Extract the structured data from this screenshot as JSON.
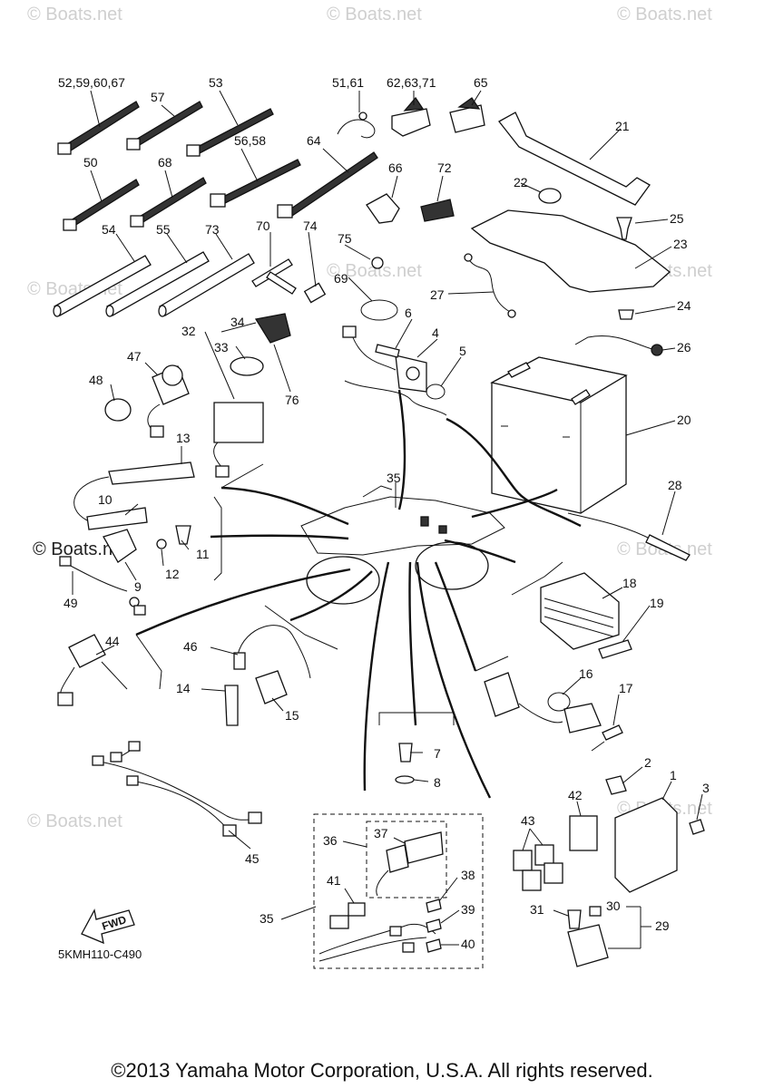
{
  "watermarks": [
    "© Boats.net",
    "© Boats.net",
    "© Boats.net",
    "© Boats.net",
    "© Boats.net",
    "© Boats.net",
    "© Boats.net",
    "© Boats.net",
    "© Boats.net"
  ],
  "watermark_strong": "© Boats.net",
  "part_labels": {
    "p1": "1",
    "p2": "2",
    "p3": "3",
    "p4": "4",
    "p5": "5",
    "p6": "6",
    "p7": "7",
    "p8": "8",
    "p9": "9",
    "p10": "10",
    "p11": "11",
    "p12": "12",
    "p13": "13",
    "p14": "14",
    "p15": "15",
    "p16": "16",
    "p17": "17",
    "p18": "18",
    "p19": "19",
    "p20": "20",
    "p21": "21",
    "p22": "22",
    "p23": "23",
    "p24": "24",
    "p25": "25",
    "p26": "26",
    "p27": "27",
    "p28": "28",
    "p29": "29",
    "p30": "30",
    "p31": "31",
    "p32": "32",
    "p33": "33",
    "p34": "34",
    "p35a": "35",
    "p35b": "35",
    "p36": "36",
    "p37": "37",
    "p38": "38",
    "p39": "39",
    "p40": "40",
    "p41": "41",
    "p42": "42",
    "p43": "43",
    "p44": "44",
    "p45": "45",
    "p46": "46",
    "p47": "47",
    "p48": "48",
    "p49": "49",
    "p50": "50",
    "p53": "53",
    "p54": "54",
    "p55": "55",
    "p57": "57",
    "p64": "64",
    "p65": "65",
    "p66": "66",
    "p68": "68",
    "p69": "69",
    "p70": "70",
    "p72": "72",
    "p73": "73",
    "p74": "74",
    "p75": "75",
    "p76": "76",
    "g52": "52,59,60,67",
    "g51": "51,61",
    "g62": "62,63,71",
    "g56": "56,58"
  },
  "fwd_label": "FWD",
  "drawing_code": "5KMH110-C490",
  "copyright": "©2013 Yamaha Motor Corporation, U.S.A. All rights reserved."
}
